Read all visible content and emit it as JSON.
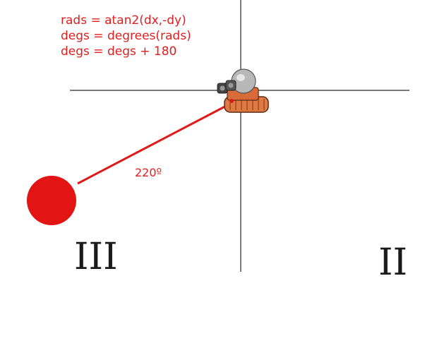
{
  "formula": {
    "line1": "rads = atan2(dx,-dy)",
    "line2": "degs = degrees(rads)",
    "line3": "degs = degs + 180"
  },
  "angle_label": "220º",
  "quadrants": {
    "left": "III",
    "right": "II"
  },
  "colors": {
    "axis": "#7a7a7a",
    "laser": "#e01818",
    "target": "#e31414",
    "text_red": "#e02020",
    "tank_body": "#e07a45",
    "tank_dome": "#b8b8b8"
  },
  "icons": {
    "robot": "robot-tank-icon",
    "target": "target-dot"
  }
}
